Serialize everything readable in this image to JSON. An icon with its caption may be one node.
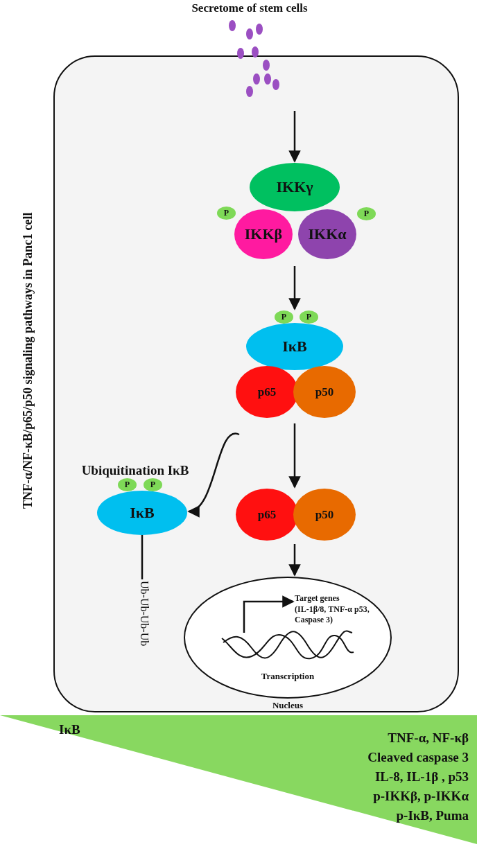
{
  "diagram": {
    "nodes": [
      {
        "text": [
          "TNF-α/NF-κB/p65/p50 signaling pathways in Panc1 cell"
        ]
      },
      {
        "text": [
          "Secretome of stem cells"
        ]
      },
      {
        "text": [
          "IKKγ"
        ],
        "in": 0
      },
      {
        "text": [
          "P"
        ],
        "in": 0
      },
      {
        "text": [
          "IKKβ"
        ],
        "in": 0
      },
      {
        "text": [
          "IKKα"
        ],
        "in": 0
      },
      {
        "text": [
          "P"
        ],
        "in": 0
      },
      {
        "text": [
          "P"
        ],
        "in": 0
      },
      {
        "text": [
          "P"
        ],
        "in": 0
      },
      {
        "text": [
          "IκB"
        ],
        "in": 0
      },
      {
        "text": [
          "p65"
        ],
        "in": 0
      },
      {
        "text": [
          "p50"
        ],
        "in": 0
      },
      {
        "text": [
          "Ubiquitination IκB",
          "IκB"
        ],
        "in": 0
      },
      {
        "text": [
          "P"
        ],
        "in": 12
      },
      {
        "text": [
          "P"
        ],
        "in": 12
      },
      {
        "text": [
          "Ub-Ub-Ub-Ub"
        ],
        "in": 0
      },
      {
        "text": [
          "p65"
        ],
        "in": 0
      },
      {
        "text": [
          "p50"
        ],
        "in": 0
      },
      {
        "text": [
          "Nucleus"
        ],
        "in": 0
      },
      {
        "text": [
          "Target genes (IL-1β/8, TNF-α p53, Caspase 3)"
        ],
        "in": 18
      },
      {
        "text": [],
        "shape": "helix",
        "beside": [
          "Transcription"
        ],
        "in": 18
      },
      {
        "text": [
          "IκB",
          "TNF-α, NF-κβ",
          "Cleaved caspase 3",
          "IL-8, IL-1β , p53",
          "p-IKKβ, p-IKKα",
          "p-IκB, Puma"
        ]
      }
    ],
    "edges": [
      {
        "from": 1,
        "to": 2,
        "arrow": "to"
      },
      {
        "from": 4,
        "to": 9,
        "arrow": "to"
      },
      {
        "from": 11,
        "to": 17,
        "arrow": "to"
      },
      {
        "from": null,
        "to": 12,
        "arrow": "to"
      },
      {
        "from": 12,
        "to": 15,
        "arrow": "none"
      },
      {
        "from": 17,
        "to": 18,
        "arrow": "to"
      },
      {
        "from": 20,
        "to": 19,
        "arrow": "to"
      }
    ]
  }
}
